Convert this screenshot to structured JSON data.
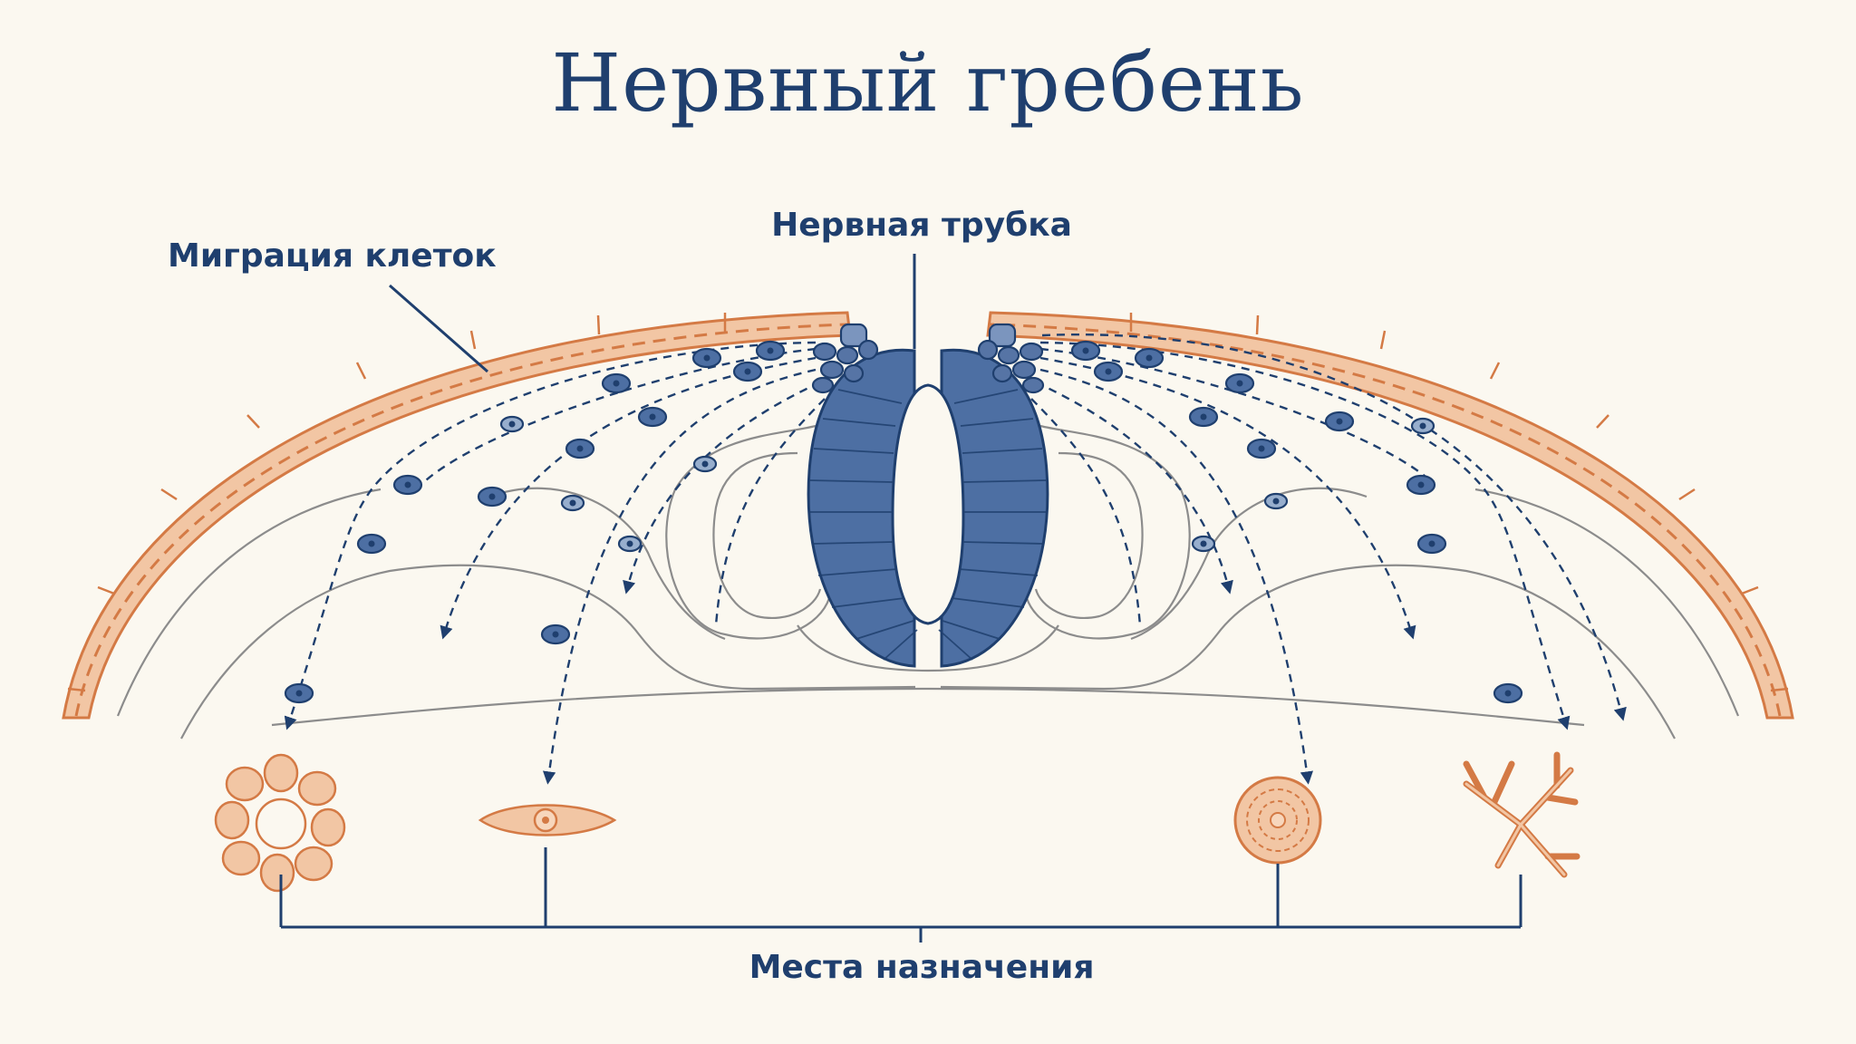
{
  "title": "Нервный гребень",
  "labels": {
    "neural_tube": "Нервная трубка",
    "cell_migration": "Миграция клеток",
    "destinations": "Места назначения"
  },
  "colors": {
    "background": "#fbf8f0",
    "navy": "#1f3f6e",
    "tube_fill": "#4d6fa3",
    "skin_fill": "#f2c6a4",
    "skin_stroke": "#d47a45",
    "tissue_line": "#8c8c8c",
    "light_cell": "#97aecd"
  },
  "destination_icons": [
    "gland-cluster-icon",
    "spindle-cell-icon",
    "round-follicle-icon",
    "branched-cell-icon"
  ]
}
